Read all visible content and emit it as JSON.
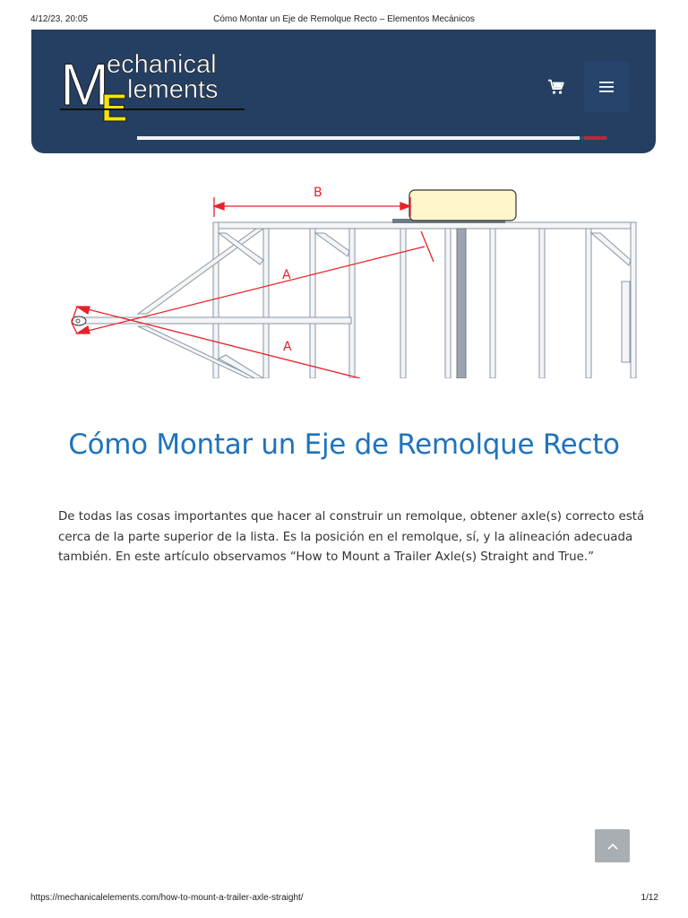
{
  "print_header": {
    "datetime": "4/12/23, 20:05",
    "page_title": "Cómo Montar un Eje de Remolque Recto – Elementos Mecánicos"
  },
  "site": {
    "logo_text_line1": "echanical",
    "logo_text_line2": "lements",
    "logo_big_letter": "M",
    "logo_e_letter": "E",
    "cart_icon": "shopping-cart-icon",
    "menu_icon": "hamburger-menu-icon",
    "reading_progress": 0.94
  },
  "diagram": {
    "label_b": "B",
    "label_a_top": "A",
    "label_a_bottom": "A"
  },
  "article": {
    "title": "Cómo Montar un Eje de Remolque Recto",
    "intro": "De todas las cosas importantes que hacer al construir un remolque, obtener axle(s) correcto está cerca de la parte superior de la lista.  Es la posición en el remolque, sí, y la alineación adecuada también.  En este artículo observamos “How to Mount a Trailer Axle(s) Straight and True.”"
  },
  "scroll_top_icon": "chevron-up-icon",
  "print_footer": {
    "url": "https://mechanicalelements.com/how-to-mount-a-trailer-axle-straight/",
    "page": "1/12"
  },
  "colors": {
    "header_bg": "#243f62",
    "title_blue": "#1e73be",
    "accent_red": "#c0263b",
    "logo_yellow": "#f6e500",
    "diagram_red": "#e8202a"
  }
}
